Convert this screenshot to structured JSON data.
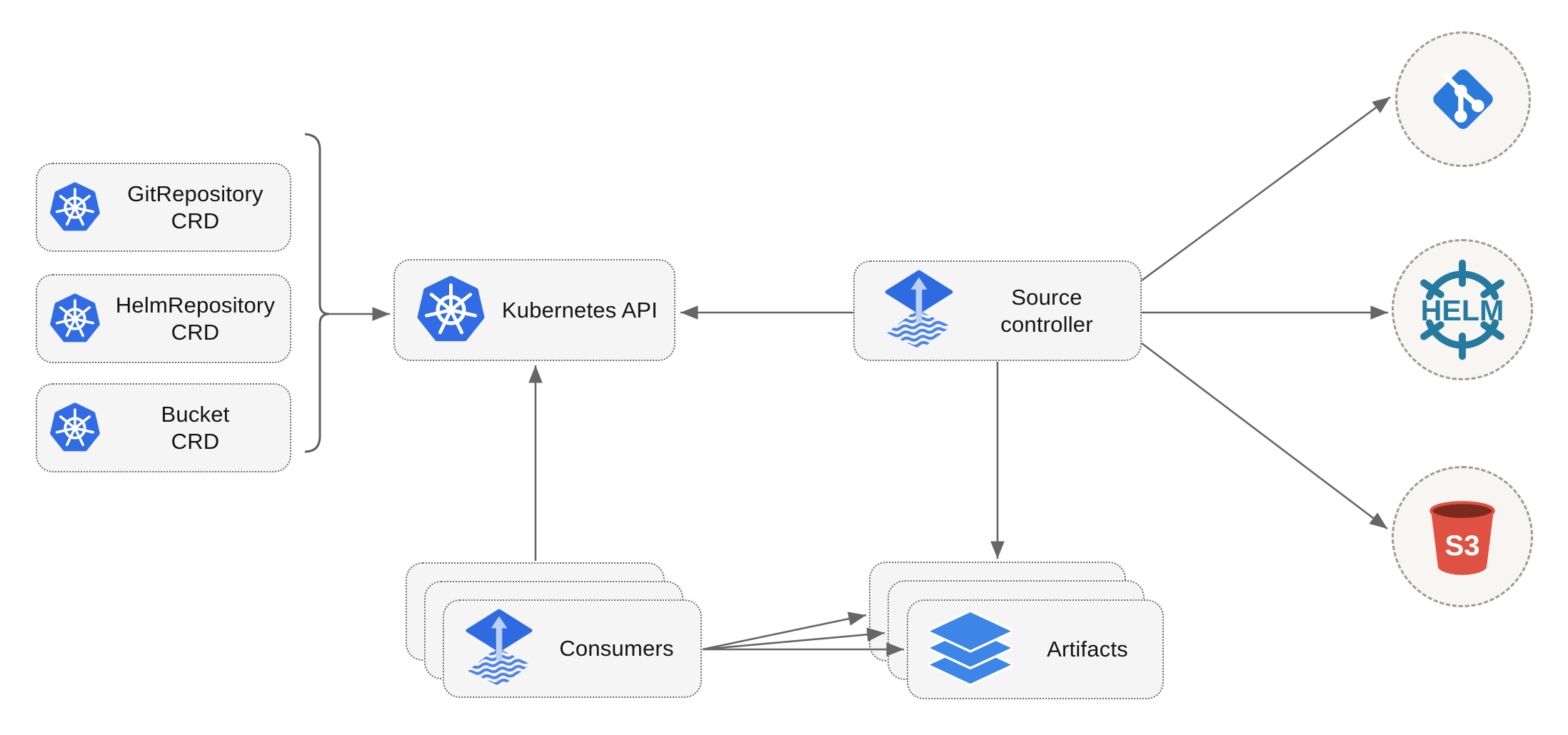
{
  "diagram": {
    "nodes": {
      "crd_boxes": [
        {
          "line1": "GitRepository",
          "line2": "CRD",
          "icon": "kubernetes-logo"
        },
        {
          "line1": "HelmRepository",
          "line2": "CRD",
          "icon": "kubernetes-logo"
        },
        {
          "line1": "Bucket",
          "line2": "CRD",
          "icon": "kubernetes-logo"
        }
      ],
      "kubernetes_api": {
        "label": "Kubernetes API",
        "icon": "kubernetes-logo"
      },
      "source_controller": {
        "line1": "Source",
        "line2": "controller",
        "icon": "flux-logo"
      },
      "consumers": {
        "label": "Consumers",
        "icon": "flux-logo",
        "stack_count": 3
      },
      "artifacts": {
        "label": "Artifacts",
        "icon": "layers-logo",
        "stack_count": 3
      },
      "git_endpoint": {
        "icon": "git-logo"
      },
      "helm_endpoint": {
        "icon": "helm-logo",
        "logo_text": "HELM"
      },
      "s3_endpoint": {
        "icon": "s3-bucket-logo",
        "logo_text": "S3"
      }
    },
    "edges": [
      {
        "from": "crd_boxes (braced group)",
        "to": "kubernetes_api",
        "arrow": "end"
      },
      {
        "from": "source_controller",
        "to": "kubernetes_api",
        "arrow": "end"
      },
      {
        "from": "consumers",
        "to": "kubernetes_api",
        "arrow": "end"
      },
      {
        "from": "source_controller",
        "to": "artifacts",
        "arrow": "end"
      },
      {
        "from": "source_controller",
        "to": "git_endpoint",
        "arrow": "end"
      },
      {
        "from": "source_controller",
        "to": "helm_endpoint",
        "arrow": "end"
      },
      {
        "from": "source_controller",
        "to": "s3_endpoint",
        "arrow": "end"
      },
      {
        "from": "consumers",
        "to": "artifacts",
        "arrow": "end",
        "count": 3
      }
    ],
    "colors": {
      "kubernetes_blue": "#326CE5",
      "flux_blue": "#2E6BE1",
      "flux_arrow_light": "#BCCFF4",
      "flux_wave_blue": "#4E83EA",
      "git_blue": "#2B79D8",
      "helm_teal": "#277A9F",
      "s3_red": "#DF5243",
      "s3_dark": "#7C2A1F",
      "layers_blue": "#3D86E8",
      "box_fill": "#f5f5f5",
      "box_border": "#6e6e6e",
      "circle_fill": "#f8f6f2",
      "circle_border": "#9b9b9b",
      "arrow_gray": "#666666",
      "text_color": "#141414"
    }
  }
}
